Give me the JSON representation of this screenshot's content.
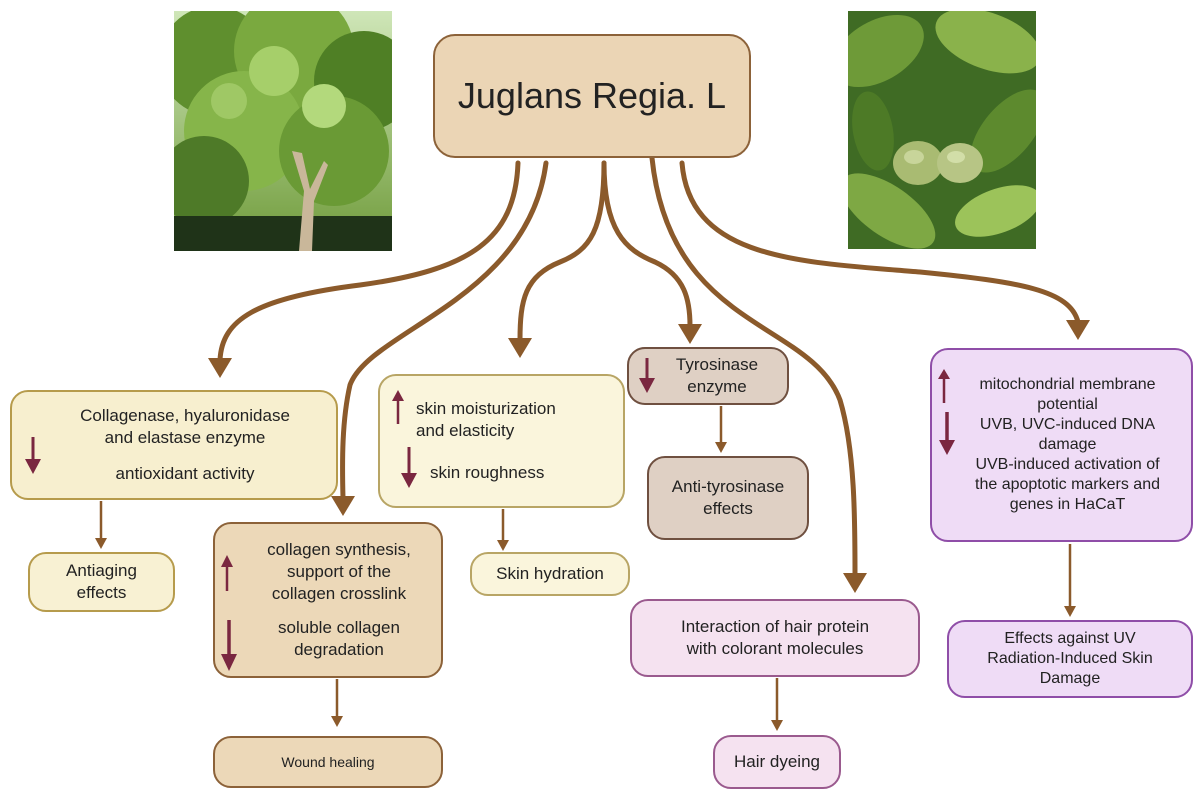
{
  "title": "Juglans Regia. L",
  "colors": {
    "arrow": "#8b5a2b",
    "indicator": "#7a2740",
    "title_fill": "#ebd5b5"
  },
  "nodes": {
    "collagenase": {
      "line1": "Collagenase, hyaluronidase",
      "line2": "and elastase enzyme",
      "line3": "antioxidant activity"
    },
    "antiaging": {
      "line1": "Antiaging",
      "line2": "effects"
    },
    "collagen": {
      "line1": "collagen synthesis,",
      "line2": "support of the",
      "line3": "collagen crosslink",
      "line4": "soluble collagen",
      "line5": "degradation"
    },
    "wound": {
      "label": "Wound healing"
    },
    "moisture": {
      "line1": "skin moisturization",
      "line2": "and elasticity",
      "line3": "skin roughness"
    },
    "hydration": {
      "label": "Skin hydration"
    },
    "tyrosinase": {
      "line1": "Tyrosinase",
      "line2": "enzyme"
    },
    "antityro": {
      "line1": "Anti-tyrosinase",
      "line2": "effects"
    },
    "hair_protein": {
      "line1": "Interaction of hair protein",
      "line2": "with colorant molecules"
    },
    "hair_dyeing": {
      "label": "Hair dyeing"
    },
    "mito": {
      "line1": "mitochondrial membrane",
      "line2": "potential",
      "line3": "UVB, UVC-induced DNA",
      "line4": "damage",
      "line5": "UVB-induced activation of",
      "line6": "the apoptotic markers and",
      "line7": "genes in HaCaT"
    },
    "uv": {
      "line1": "Effects against UV",
      "line2": "Radiation-Induced Skin",
      "line3": "Damage"
    }
  }
}
